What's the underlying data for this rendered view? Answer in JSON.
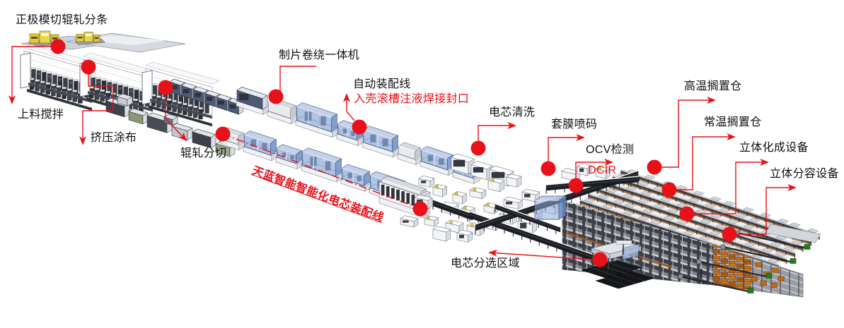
{
  "colors": {
    "red": "#e8111a",
    "label": "#111111",
    "machine-blue": "#7f9ed2",
    "machine-gray": "#d9dce2",
    "rack-dark": "#202227",
    "pallet-orange": "#b4641e",
    "buffer-green": "#1f7e1f",
    "robot-yellow": "#e2c22e",
    "bg": "#ffffff"
  },
  "labels": {
    "positive_die_cut": "正极模切辊轧分条",
    "feeding_mixing": "上料搅拌",
    "extrusion_coating": "挤压涂布",
    "roll_slitting": "辊轧分切",
    "winding_machine": "制片卷绕一体机",
    "auto_assembly": "自动装配线",
    "assembly_detail": "入壳滚槽注液焊接封口",
    "cell_cleaning": "电芯清洗",
    "sleeve_coding": "套膜喷码",
    "ocv_test": "OCV检测",
    "dcir": "DCIR",
    "high_temp_storage": "高温搁置仓",
    "normal_temp_storage": "常温搁置仓",
    "formation_equipment": "立体化成设备",
    "grading_equipment": "立体分容设备",
    "cell_sorting_area": "电芯分选区域"
  },
  "banner": {
    "text": "天蓝智能智能化电芯装配线"
  }
}
